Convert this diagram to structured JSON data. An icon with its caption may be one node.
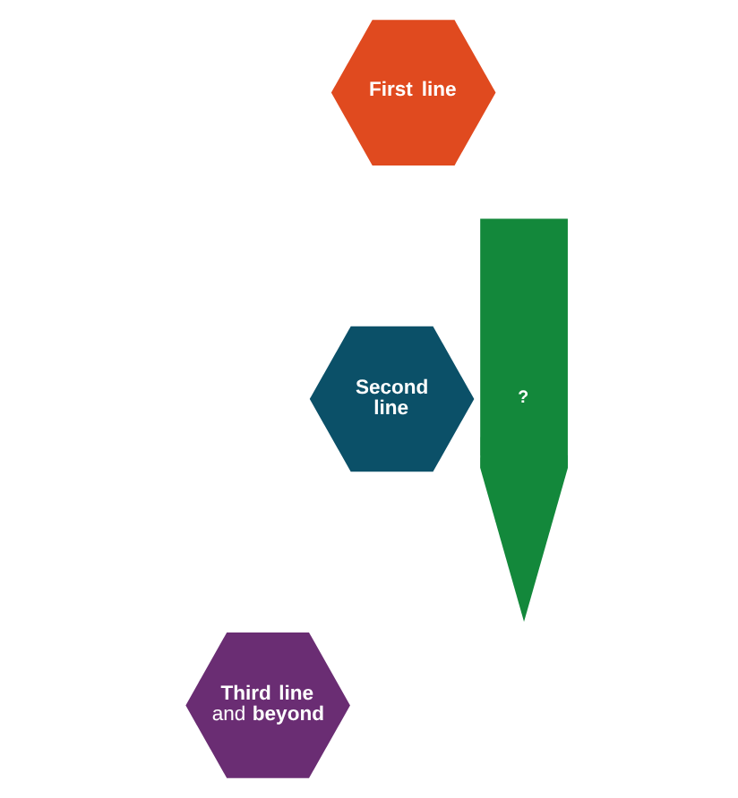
{
  "diagram": {
    "nodes": [
      {
        "text": [
          "First line"
        ]
      },
      {
        "text": [
          "Second line"
        ]
      },
      {
        "text": [
          "**Third line** and **beyond**"
        ]
      },
      {
        "text": [
          "?"
        ]
      }
    ]
  }
}
